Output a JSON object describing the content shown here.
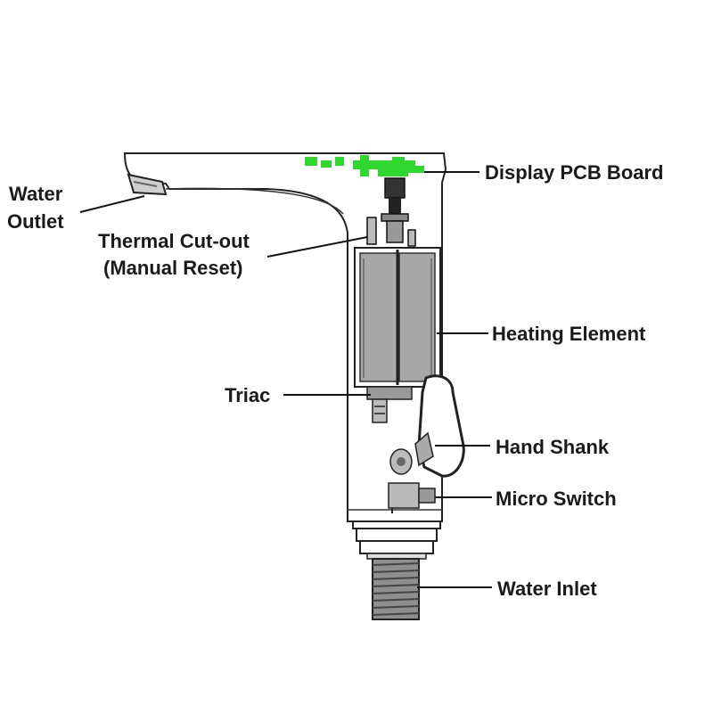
{
  "labels": {
    "water_outlet_1": "Water",
    "water_outlet_2": "Outlet",
    "thermal_1": "Thermal Cut-out",
    "thermal_2": "(Manual Reset)",
    "display_pcb": "Display PCB Board",
    "heating_element": "Heating Element",
    "triac": "Triac",
    "hand_shank": "Hand Shank",
    "micro_switch": "Micro Switch",
    "water_inlet": "Water Inlet"
  },
  "colors": {
    "pcb": "#2fd82f",
    "element": "#a8a8a8",
    "element_dark": "#7a7a7a",
    "outline": "#222222",
    "text": "#1a1a1a"
  }
}
